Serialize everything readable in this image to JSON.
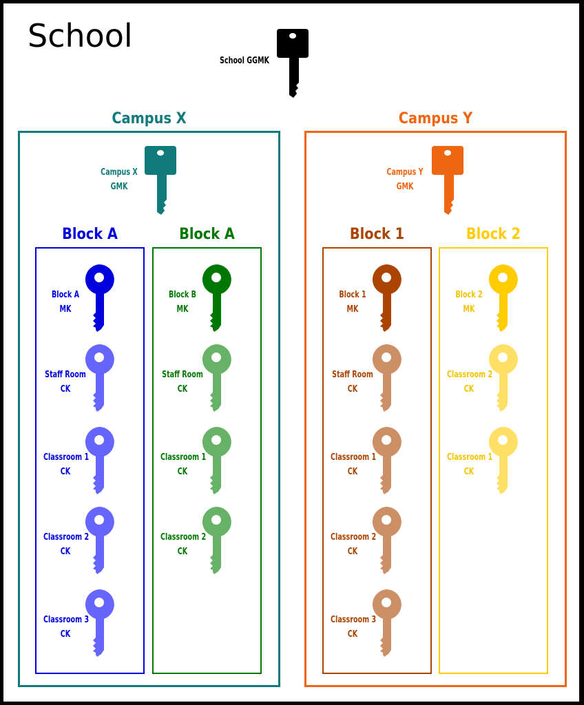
{
  "title": "School",
  "school_key": {
    "line1": "School GGMK",
    "color": "#000000"
  },
  "campuses": [
    {
      "name": "Campus X",
      "color": "#117a7a",
      "key": {
        "line1": "Campus X",
        "line2": "GMK"
      },
      "blocks": [
        {
          "name": "Block A",
          "color": "#0000dd",
          "light": "#6666ff",
          "keys": [
            {
              "line1": "Block A",
              "line2": "MK"
            },
            {
              "line1": "Staff Room",
              "line2": "CK"
            },
            {
              "line1": "Classroom 1",
              "line2": "CK"
            },
            {
              "line1": "Classroom 2",
              "line2": "CK"
            },
            {
              "line1": "Classroom 3",
              "line2": "CK"
            }
          ]
        },
        {
          "name": "Block A",
          "color": "#007700",
          "light": "#66b266",
          "keys": [
            {
              "line1": "Block B",
              "line2": "MK"
            },
            {
              "line1": "Staff Room",
              "line2": "CK"
            },
            {
              "line1": "Classroom 1",
              "line2": "CK"
            },
            {
              "line1": "Classroom 2",
              "line2": "CK"
            }
          ]
        }
      ]
    },
    {
      "name": "Campus Y",
      "color": "#ee6611",
      "key": {
        "line1": "Campus Y",
        "line2": "GMK"
      },
      "blocks": [
        {
          "name": "Block 1",
          "color": "#aa4400",
          "light": "#cc8f66",
          "keys": [
            {
              "line1": "Block 1",
              "line2": "MK"
            },
            {
              "line1": "Staff Room",
              "line2": "CK"
            },
            {
              "line1": "Classroom 1",
              "line2": "CK"
            },
            {
              "line1": "Classroom 2",
              "line2": "CK"
            },
            {
              "line1": "Classroom 3",
              "line2": "CK"
            }
          ]
        },
        {
          "name": "Block 2",
          "color": "#ffcc00",
          "light": "#ffe066",
          "keys": [
            {
              "line1": "Block 2",
              "line2": "MK"
            },
            {
              "line1": "Classroom 2",
              "line2": "CK"
            },
            {
              "line1": "Classroom 1",
              "line2": "CK"
            }
          ]
        }
      ]
    }
  ]
}
